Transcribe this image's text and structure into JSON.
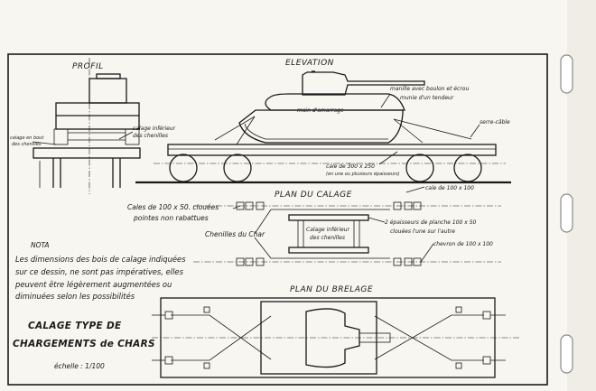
{
  "sheet": {
    "paper_color": "#f7f6f1",
    "ink_color": "#1a1a1a"
  },
  "profil": {
    "title": "PROFIL",
    "calage_bout": [
      "calage en bout",
      "des chenilles"
    ],
    "calage_inferieur": [
      "calage inférieur",
      "des chenilles"
    ]
  },
  "elevation": {
    "title": "ELEVATION",
    "main_amarrage": "main d'amarrage",
    "manille": [
      "manille avec boulon et écrou",
      "munie d'un tendeur"
    ],
    "serre_cable": "serre-câble",
    "cale_300": [
      "cale de 300 x 250",
      "(en une ou plusieurs épaisseurs)"
    ],
    "cale_100": "cale de 100 x 100"
  },
  "plan_calage": {
    "title": "PLAN DU CALAGE",
    "cales_100x50": [
      "Cales de 100 x 50. clouées",
      "pointes non rabattues"
    ],
    "chenilles_du_char": "Chenilles du Char",
    "calage_inferieur": [
      "Calage inférieur",
      "des chenilles"
    ],
    "epaisseurs": [
      "2 épaisseurs de planche 100 x 50",
      "clouées l'une sur l'autre"
    ],
    "chevron": "chevron de 100 x 100"
  },
  "nota": {
    "title": "NOTA",
    "lines": [
      "Les dimensions des bois de calage indiquées",
      "sur ce dessin, ne sont pas impératives, elles",
      "peuvent être légèrement augmentées ou",
      "diminuées selon les possibilités"
    ]
  },
  "cartouche": {
    "line1": "CALAGE TYPE DE",
    "line2": "CHARGEMENTS de CHARS",
    "echelle": "échelle : 1/100"
  },
  "plan_brelage": {
    "title": "PLAN DU BRELAGE"
  }
}
